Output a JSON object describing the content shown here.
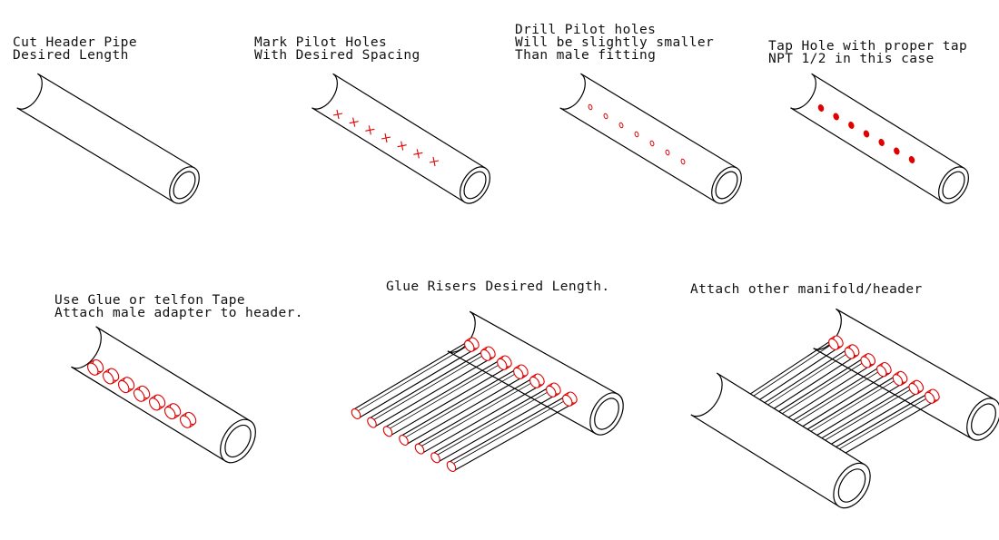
{
  "steps": [
    {
      "line1": "Cut Header Pipe",
      "line2": "Desired Length"
    },
    {
      "line1": "Mark Pilot Holes",
      "line2": "With Desired Spacing"
    },
    {
      "line1": "Drill Pilot holes",
      "line2": "Will be slightly smaller",
      "line3": "Than male fitting"
    },
    {
      "line1": "Tap Hole with proper tap",
      "line2": "NPT 1/2 in this case"
    },
    {
      "line1": "Use Glue or telfon Tape",
      "line2": "Attach male adapter to header."
    },
    {
      "line1": "Glue Risers Desired Length."
    },
    {
      "line1": "Attach other manifold/header"
    }
  ],
  "colors": {
    "outline": "#000000",
    "fitting": "#e00000",
    "background": "#ffffff"
  }
}
